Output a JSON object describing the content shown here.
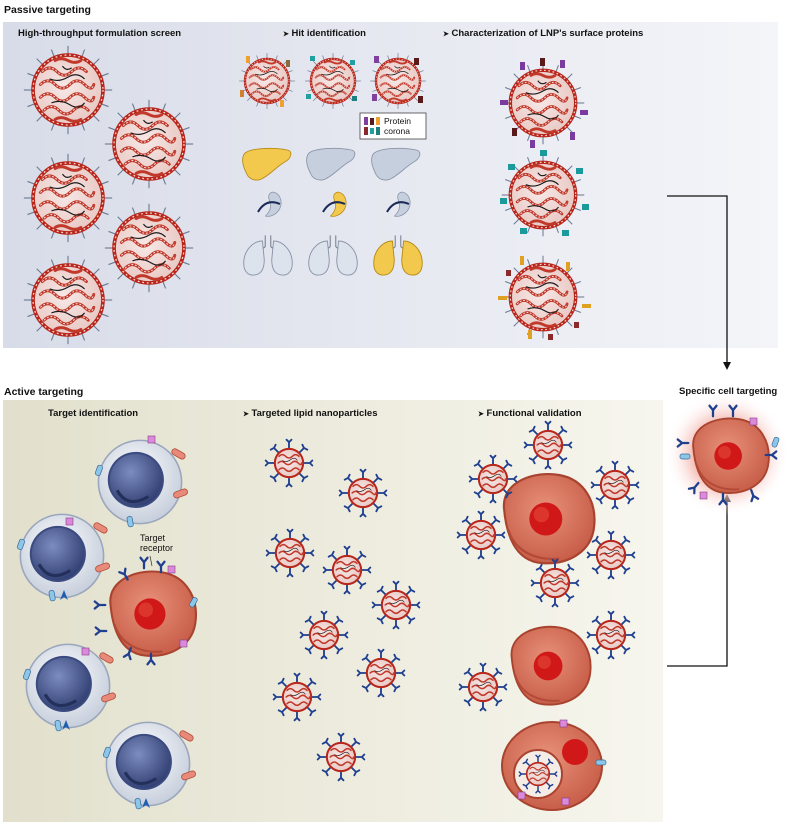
{
  "passive": {
    "title": "Passive targeting",
    "steps": [
      "High-throughput formulation screen",
      "Hit identification",
      "Characterization of LNP's surface proteins"
    ]
  },
  "active": {
    "title": "Active targeting",
    "steps": [
      "Target identification",
      "Targeted lipid nanoparticles",
      "Functional validation"
    ]
  },
  "outcome": "Specific cell targeting",
  "labels": {
    "target_receptor_1": "Target",
    "target_receptor_2": "receptor",
    "protein_corona_1": "Protein",
    "protein_corona_2": "corona"
  },
  "icons": [
    "lipid-nanoparticle-icon",
    "liver-icon",
    "spleen-icon",
    "lungs-icon",
    "immune-cell-icon",
    "target-cell-icon",
    "receptor-icon",
    "antibody-ligand-icon",
    "arrow-icon"
  ],
  "colors": {
    "lnp_shell": "#c0392b",
    "lnp_core": "#b03a2e",
    "target_cell": "#d9705a",
    "target_nucleus": "#c0191a",
    "immune_cell": "#dfe4ec",
    "immune_nucleus": "#5a6a9a",
    "receptor": "#1f3f8f",
    "highlight_organ": "#f2c94c",
    "grey_organ": "#c6cfdd"
  }
}
